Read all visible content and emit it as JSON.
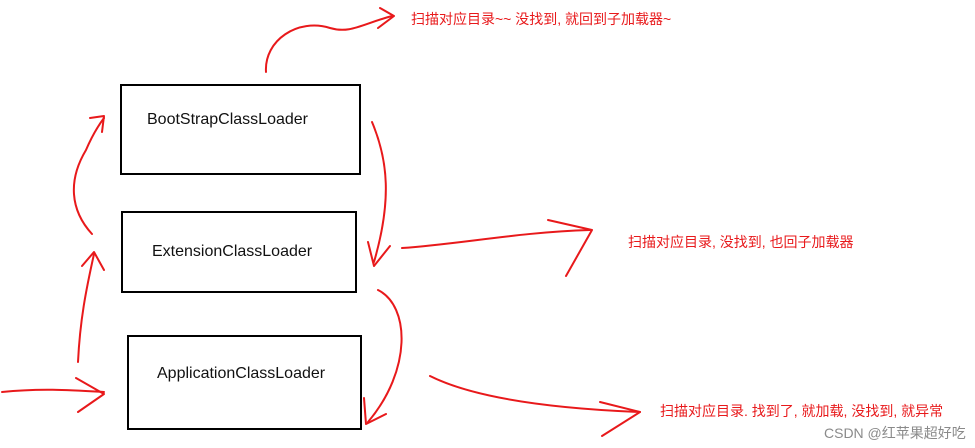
{
  "boxes": {
    "bootstrap": "BootStrapClassLoader",
    "extension": "ExtensionClassLoader",
    "application": "ApplicationClassLoader"
  },
  "annotations": {
    "bootstrap_note": "扫描对应目录~~ 没找到, 就回到子加载器~",
    "extension_note": "扫描对应目录, 没找到, 也回子加载器",
    "application_note": "扫描对应目录. 找到了, 就加载, 没找到, 就异常"
  },
  "watermark": "CSDN @红苹果超好吃",
  "colors": {
    "arrow": "#e8191b",
    "box_border": "#000000",
    "watermark": "#8a8a8a"
  }
}
